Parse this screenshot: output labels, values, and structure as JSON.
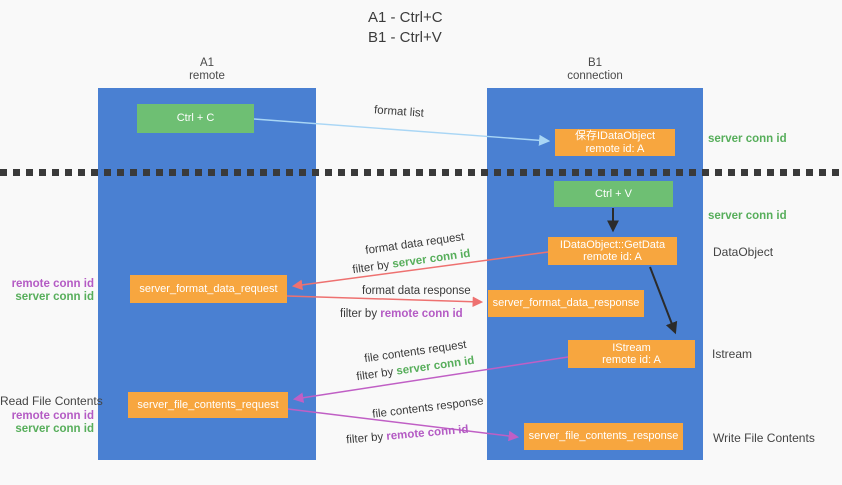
{
  "title": {
    "line1": "A1 - Ctrl+C",
    "line2": "B1 - Ctrl+V"
  },
  "lifelines": {
    "left": {
      "name": "A1",
      "role": "remote"
    },
    "right": {
      "name": "B1",
      "role": "connection"
    }
  },
  "boxes": {
    "ctrl_c": {
      "label": "Ctrl + C"
    },
    "save_idataobject": {
      "line1": "保存IDataObject",
      "line2": "remote id: A"
    },
    "ctrl_v": {
      "label": "Ctrl + V"
    },
    "getdata": {
      "line1": "IDataObject::GetData",
      "line2": "remote id: A"
    },
    "format_request": {
      "label": "server_format_data_request"
    },
    "format_response": {
      "label": "server_format_data_response"
    },
    "istream": {
      "line1": "IStream",
      "line2": "remote id: A"
    },
    "file_request": {
      "label": "server_file_contents_request"
    },
    "file_response": {
      "label": "server_file_contents_response"
    }
  },
  "annotations": {
    "server_conn_id_top": "server conn id",
    "server_conn_id_mid": "server conn id",
    "dataobject": "DataObject",
    "istream": "Istream",
    "write_file_contents": "Write File Contents",
    "read_file_contents": "Read File Contents",
    "remote_conn_id_left1": "remote conn id",
    "server_conn_id_left1": "server conn id",
    "remote_conn_id_left2": "remote conn id",
    "server_conn_id_left2": "server conn id"
  },
  "arrows": {
    "format_list": {
      "label": "format list"
    },
    "format_data_request": {
      "label": "format data request",
      "filter_prefix": "filter by ",
      "filter_key": "server conn id"
    },
    "format_data_response": {
      "label": "format data response",
      "filter_prefix": "filter by ",
      "filter_key": "remote conn id"
    },
    "file_contents_request": {
      "label": "file contents request",
      "filter_prefix": "filter by ",
      "filter_key": "server conn id"
    },
    "file_contents_response": {
      "label": "file contents response",
      "filter_prefix": "filter by ",
      "filter_key": "remote conn id"
    }
  },
  "colors": {
    "lifeline_blue": "#4a80d2",
    "box_green": "#6ebf73",
    "box_orange": "#f7a63f",
    "arrow_red": "#ee7170",
    "arrow_magenta": "#c05fc5",
    "arrow_lightblue": "#a9d6f5",
    "arrow_black": "#2b2b2b",
    "text_green": "#57ae5b",
    "text_purple": "#b45bc4",
    "divider_dark": "#3a3a3a"
  }
}
